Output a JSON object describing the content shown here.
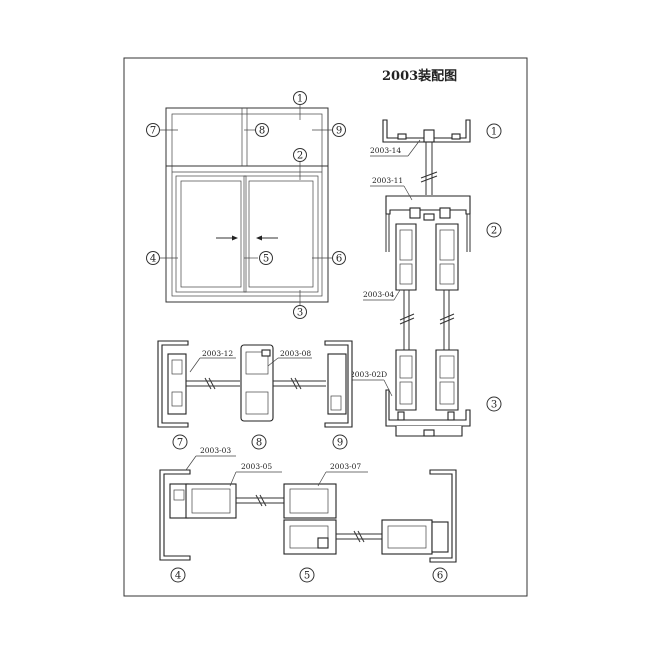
{
  "title": "2003装配图",
  "circles": {
    "c1": "1",
    "c2": "2",
    "c3": "3",
    "c4": "4",
    "c5": "5",
    "c6": "6",
    "c7": "7",
    "c8": "8",
    "c9": "9"
  },
  "parts": {
    "p14": "2003-14",
    "p11": "2003-11",
    "p04": "2003-04",
    "p02d": "2003-02D",
    "p12": "2003-12",
    "p08": "2003-08",
    "p03": "2003-03",
    "p05": "2003-05",
    "p07": "2003-07"
  }
}
